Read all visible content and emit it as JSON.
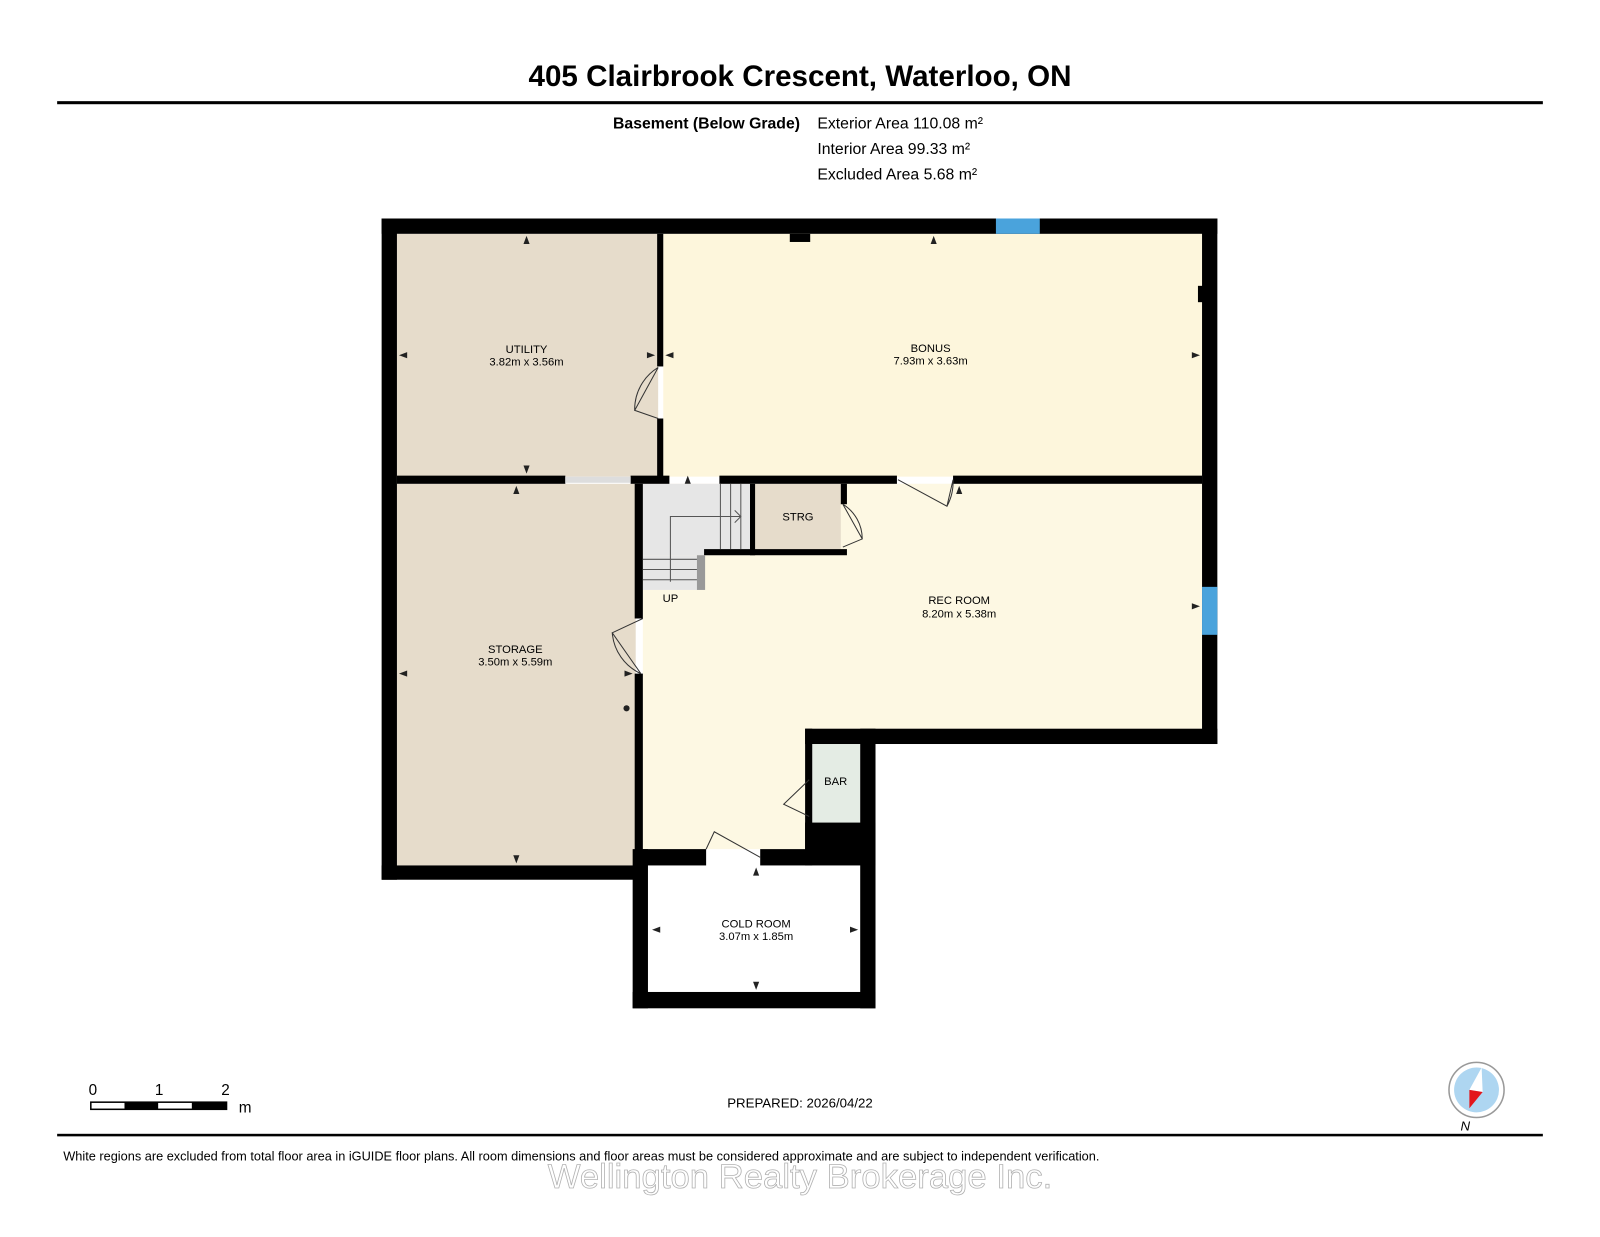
{
  "header": {
    "title": "405 Clairbrook Crescent, Waterloo, ON",
    "level": "Basement (Below Grade)",
    "exterior_area": "Exterior Area 110.08 m²",
    "interior_area": "Interior Area 99.33 m²",
    "excluded_area": "Excluded Area 5.68 m²"
  },
  "rooms": {
    "utility": {
      "name": "UTILITY",
      "dims": "3.82m x 3.56m"
    },
    "bonus": {
      "name": "BONUS",
      "dims": "7.93m x 3.63m"
    },
    "storage": {
      "name": "STORAGE",
      "dims": "3.50m x 5.59m"
    },
    "rec_room": {
      "name": "REC ROOM",
      "dims": "8.20m x 5.38m"
    },
    "cold_room": {
      "name": "COLD ROOM",
      "dims": "3.07m x 1.85m"
    },
    "strg": {
      "name": "STRG"
    },
    "bar": {
      "name": "BAR"
    },
    "stairs": {
      "label": "UP"
    }
  },
  "scale_bar": {
    "ticks": [
      "0",
      "1",
      "2"
    ],
    "unit": "m"
  },
  "prepared": "PREPARED: 2026/04/22",
  "compass": {
    "label": "N"
  },
  "disclaimer": "White regions are excluded from total floor area in iGUIDE floor plans. All room dimensions and floor areas must be considered approximate and are subject to independent verification.",
  "watermark": "Wellington Realty Brokerage Inc.",
  "colors": {
    "wall": "#000000",
    "beige": "#e6dccb",
    "cream": "#fdf6dc",
    "window": "#4aa3dc",
    "compass_red": "#e3151b"
  }
}
